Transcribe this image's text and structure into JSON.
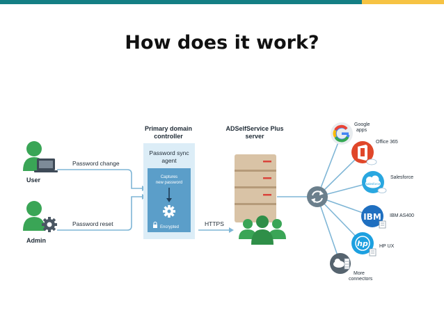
{
  "title": "How does it work?",
  "colors": {
    "teal": "#147f84",
    "gold": "#f6c343",
    "green": "#3aa556",
    "line": "#7fb6d6",
    "panel": "#dcedf7",
    "panel_inner": "#5b9ec9",
    "server": "#d9c3a6",
    "server_dark": "#b59a79",
    "hub": "#6b7f8c"
  },
  "actors": {
    "user": {
      "label": "User",
      "icon": "user-laptop-icon"
    },
    "admin": {
      "label": "Admin",
      "icon": "admin-gear-icon"
    }
  },
  "flows": {
    "password_change": "Password change",
    "password_reset": "Password reset",
    "https": "HTTPS"
  },
  "dc": {
    "title_line1": "Primary domain",
    "title_line2": "controller",
    "agent_line1": "Password sync",
    "agent_line2": "agent",
    "captures_line1": "Captures",
    "captures_line2": "new password",
    "encrypted": "Encrypted"
  },
  "server": {
    "title_line1": "ADSelfService Plus",
    "title_line2": "server"
  },
  "connectors": [
    {
      "name": "google",
      "label_lines": [
        "Google",
        "apps"
      ],
      "icon": "google-g-icon"
    },
    {
      "name": "office365",
      "label_lines": [
        "Office 365"
      ],
      "icon": "office-365-icon"
    },
    {
      "name": "salesforce",
      "label_lines": [
        "Salesforce"
      ],
      "icon": "salesforce-cloud-icon"
    },
    {
      "name": "ibm",
      "label_lines": [
        "IBM AS400"
      ],
      "icon": "ibm-logo-icon"
    },
    {
      "name": "hp",
      "label_lines": [
        "HP UX"
      ],
      "icon": "hp-logo-icon"
    },
    {
      "name": "more",
      "label_lines": [
        "More",
        "connectors"
      ],
      "icon": "server-stack-icon"
    }
  ],
  "logos": {
    "ibm": "IBM",
    "hp": "hp",
    "salesforce": "salesforce"
  }
}
